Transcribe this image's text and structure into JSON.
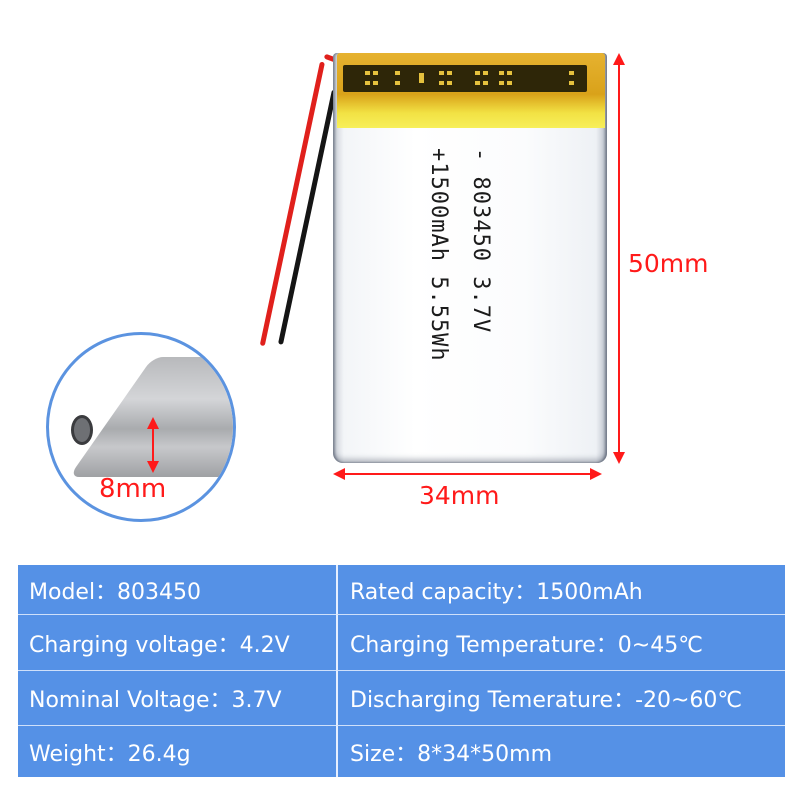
{
  "product_image": {
    "battery_label": {
      "line1": "-    803450 3.7V",
      "line2": "+1500mAh  5.55Wh"
    },
    "wire_colors": {
      "positive": "#e0201c",
      "negative": "#151515"
    }
  },
  "dimensions": {
    "height_label": "50mm",
    "width_label": "34mm",
    "thickness_label": "8mm",
    "annotation_color": "#ff1a1a"
  },
  "specs": {
    "rows": [
      {
        "left": {
          "label": "Model",
          "value": "803450"
        },
        "right": {
          "label": "Rated capacity",
          "value": "1500mAh"
        }
      },
      {
        "left": {
          "label": "Charging voltage",
          "value": "4.2V"
        },
        "right": {
          "label": "Charging Temperature",
          "value": "0~45℃"
        }
      },
      {
        "left": {
          "label": "Nominal Voltage",
          "value": "3.7V"
        },
        "right": {
          "label": "Discharging Temerature",
          "value": "-20~60℃"
        }
      },
      {
        "left": {
          "label": "Weight",
          "value": "26.4g"
        },
        "right": {
          "label": "Size",
          "value": "8*34*50mm"
        }
      }
    ],
    "cells_text": [
      "Model：803450",
      "Rated capacity：1500mAh",
      "Charging voltage：4.2V",
      "Charging Temperature：0~45℃",
      "Nominal Voltage：3.7V",
      "Discharging Temerature：-20~60℃",
      "Weight：26.4g",
      "Size：8*34*50mm"
    ],
    "background_color": "#5591e6",
    "text_color": "#ffffff"
  }
}
